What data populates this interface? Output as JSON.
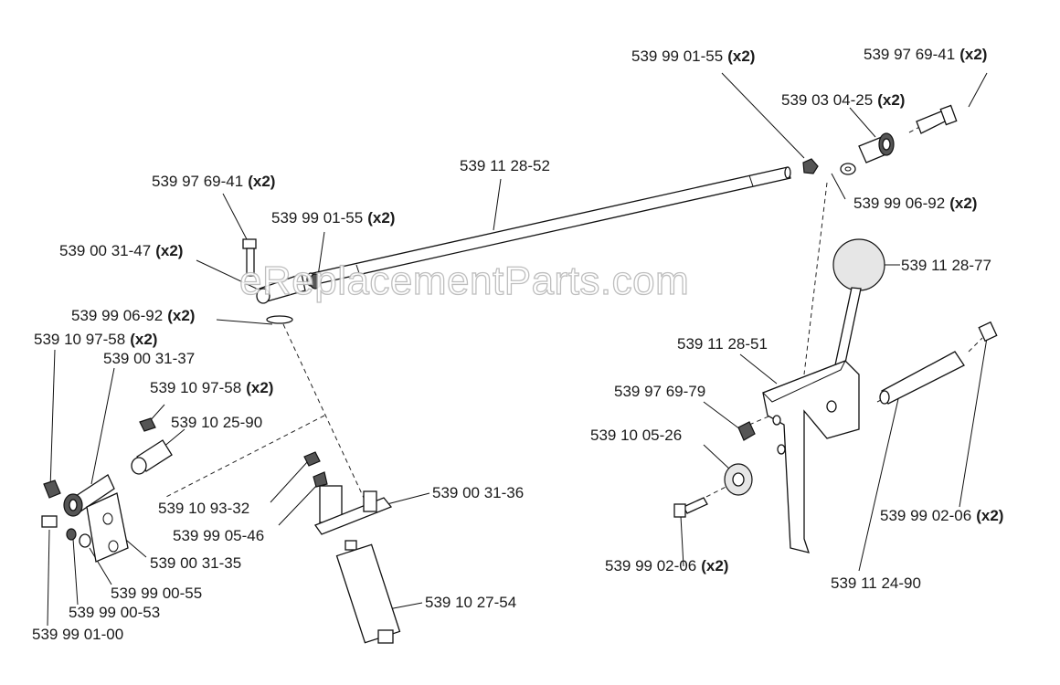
{
  "watermark": "eReplacementParts.com",
  "labels": [
    {
      "id": "l01",
      "number": "539 99 01-55",
      "qty": "(x2)"
    },
    {
      "id": "l02",
      "number": "539 97 69-41",
      "qty": "(x2)"
    },
    {
      "id": "l03",
      "number": "539 03 04-25",
      "qty": "(x2)"
    },
    {
      "id": "l04",
      "number": "539 11 28-52",
      "qty": ""
    },
    {
      "id": "l05",
      "number": "539 99 06-92",
      "qty": "(x2)"
    },
    {
      "id": "l06",
      "number": "539 97 69-41",
      "qty": "(x2)"
    },
    {
      "id": "l07",
      "number": "539 99 01-55",
      "qty": "(x2)"
    },
    {
      "id": "l08",
      "number": "539 00 31-47",
      "qty": "(x2)"
    },
    {
      "id": "l09",
      "number": "539 11 28-77",
      "qty": ""
    },
    {
      "id": "l10",
      "number": "539 99 06-92",
      "qty": "(x2)"
    },
    {
      "id": "l11",
      "number": "539 10 97-58",
      "qty": "(x2)"
    },
    {
      "id": "l12",
      "number": "539 00 31-37",
      "qty": ""
    },
    {
      "id": "l13",
      "number": "539 11 28-51",
      "qty": ""
    },
    {
      "id": "l14",
      "number": "539 10 97-58",
      "qty": "(x2)"
    },
    {
      "id": "l15",
      "number": "539 97 69-79",
      "qty": ""
    },
    {
      "id": "l16",
      "number": "539 10 25-90",
      "qty": ""
    },
    {
      "id": "l17",
      "number": "539 10 05-26",
      "qty": ""
    },
    {
      "id": "l18",
      "number": "539 00 31-36",
      "qty": ""
    },
    {
      "id": "l19",
      "number": "539 10 93-32",
      "qty": ""
    },
    {
      "id": "l20",
      "number": "539 99 05-46",
      "qty": ""
    },
    {
      "id": "l21",
      "number": "539 99 02-06",
      "qty": "(x2)"
    },
    {
      "id": "l22",
      "number": "539 00 31-35",
      "qty": ""
    },
    {
      "id": "l23",
      "number": "539 99 02-06",
      "qty": "(x2)"
    },
    {
      "id": "l24",
      "number": "539 11 24-90",
      "qty": ""
    },
    {
      "id": "l25",
      "number": "539 99 00-55",
      "qty": ""
    },
    {
      "id": "l26",
      "number": "539 10 27-54",
      "qty": ""
    },
    {
      "id": "l27",
      "number": "539 99 00-53",
      "qty": ""
    },
    {
      "id": "l28",
      "number": "539 99 01-00",
      "qty": ""
    }
  ]
}
